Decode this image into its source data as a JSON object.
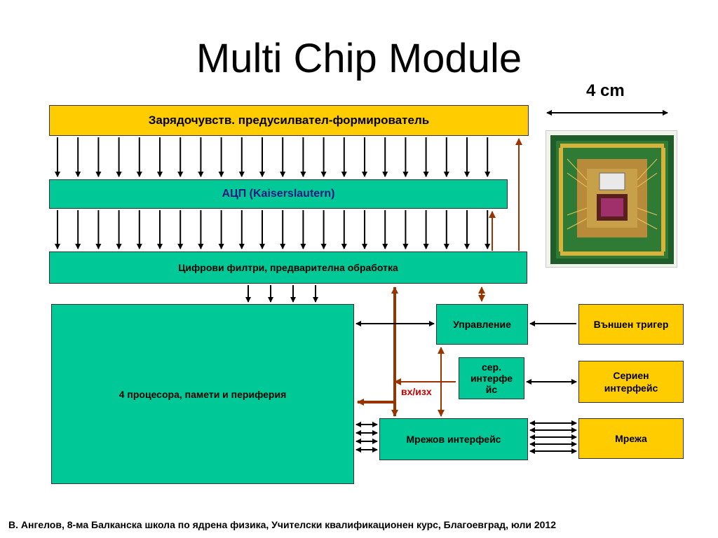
{
  "title": "Multi Chip Module",
  "scale": {
    "label": "4 cm"
  },
  "blocks": {
    "preamp": "Зарядочувств. предусилвател-формирователь",
    "adc": "АЦП (Kaiserslautern)",
    "filters": "Цифрови филтри, предварителна обработка",
    "processors": "4 процесора, памети и периферия",
    "control": "Управление",
    "serial_if": "сер. интерфе йс",
    "network_if": "Мрежов интерфейс",
    "ext_trigger": "Външен тригер",
    "serial_ext": "Сериен интерфейс",
    "network": "Мрежа",
    "io_label": "вх/изх"
  },
  "colors": {
    "green": "#00c896",
    "yellow": "#ffcc00",
    "brown_arrow": "#993300"
  },
  "footer": "В. Ангелов, 8-ма Балканска школа по ядрена физика, Учителски квалификационен курс, Благоевград, юли 2012"
}
